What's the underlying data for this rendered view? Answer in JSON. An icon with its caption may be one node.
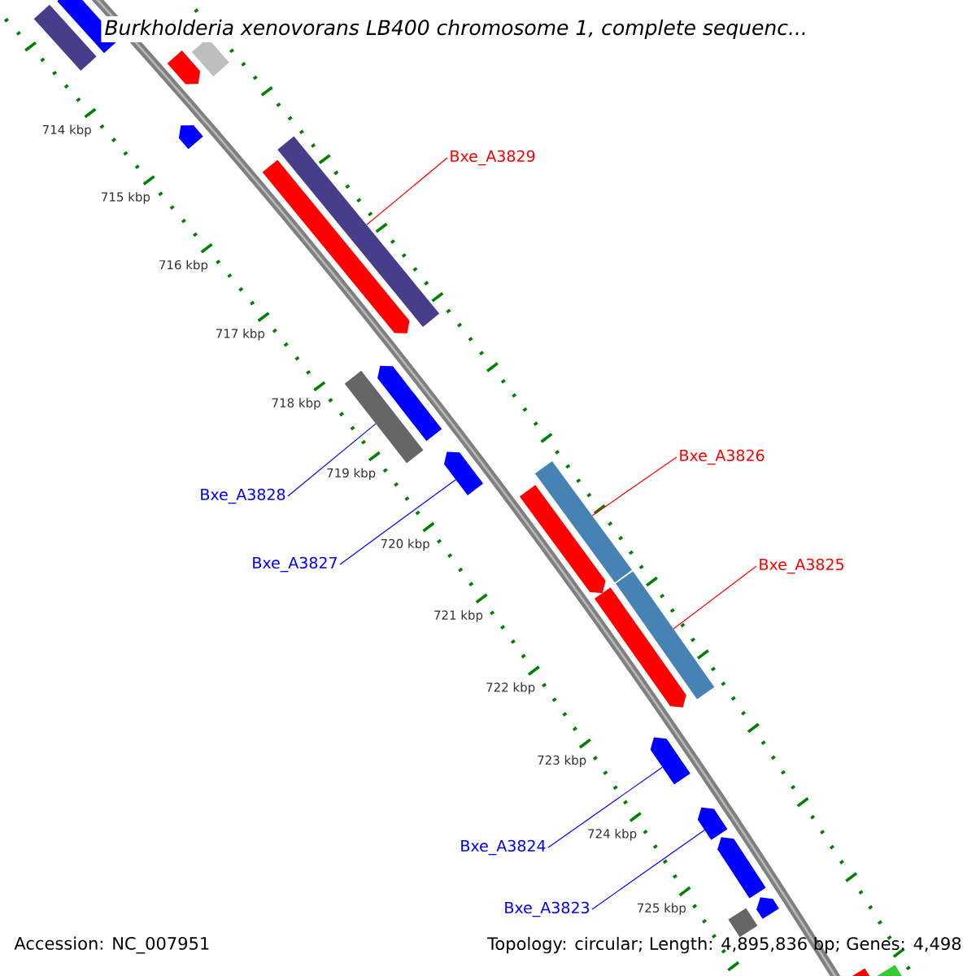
{
  "diagram": {
    "title": "Burkholderia xenovorans LB400 chromosome 1, complete sequenc...",
    "nodes": [
      {
        "text": [],
        "shape": "bar"
      },
      {
        "text": [],
        "shape": "bar"
      },
      {
        "text": [],
        "shape": "arrow"
      },
      {
        "text": [],
        "shape": "bar"
      },
      {
        "text": [],
        "shape": "arrow"
      },
      {
        "text": [
          "Bxe_A3829"
        ]
      },
      {
        "text": [],
        "shape": "bar"
      },
      {
        "text": [],
        "shape": "arrow"
      },
      {
        "text": [],
        "shape": "arrow"
      },
      {
        "text": [],
        "shape": "bar"
      },
      {
        "text": [
          "Bxe_A3826"
        ]
      },
      {
        "text": [],
        "shape": "arrow"
      },
      {
        "text": [
          "Bxe_A3828"
        ]
      },
      {
        "text": [],
        "shape": "bar"
      },
      {
        "text": [],
        "shape": "arrow"
      },
      {
        "text": [
          "Bxe_A3827"
        ]
      },
      {
        "text": [
          "Bxe_A3825"
        ]
      },
      {
        "text": [],
        "shape": "bar"
      },
      {
        "text": [],
        "shape": "arrow"
      },
      {
        "text": [],
        "shape": "arrow"
      },
      {
        "text": [],
        "shape": "arrow"
      },
      {
        "text": [],
        "shape": "arrow"
      },
      {
        "text": [
          "Bxe_A3824"
        ]
      },
      {
        "text": [
          "Bxe_A3823"
        ]
      },
      {
        "text": [],
        "shape": "arrow"
      },
      {
        "text": [],
        "shape": "bar"
      },
      {
        "text": [],
        "shape": "bar"
      },
      {
        "text": [],
        "shape": "arrow"
      }
    ],
    "edges": [
      {
        "from": 5,
        "to": 6,
        "arrow": "none",
        "color": "#ff0000"
      },
      {
        "from": 10,
        "to": 13,
        "arrow": "none",
        "color": "#ff0000"
      },
      {
        "from": 12,
        "to": 9,
        "arrow": "none"
      },
      {
        "from": 15,
        "to": 11,
        "arrow": "none"
      },
      {
        "from": 16,
        "to": 17,
        "arrow": "none",
        "color": "#ff0000"
      },
      {
        "from": 22,
        "to": 19,
        "arrow": "none"
      },
      {
        "from": 23,
        "to": 20,
        "arrow": "none"
      }
    ],
    "labels": [
      "714 kbp",
      "715 kbp",
      "716 kbp",
      "717 kbp",
      "718 kbp",
      "719 kbp",
      "720 kbp",
      "721 kbp",
      "722 kbp",
      "723 kbp",
      "724 kbp",
      "725 kbp",
      "Accession: NC_007951",
      "Topology: circular; Length: 4,895,836 bp; Genes: 4,498"
    ]
  }
}
